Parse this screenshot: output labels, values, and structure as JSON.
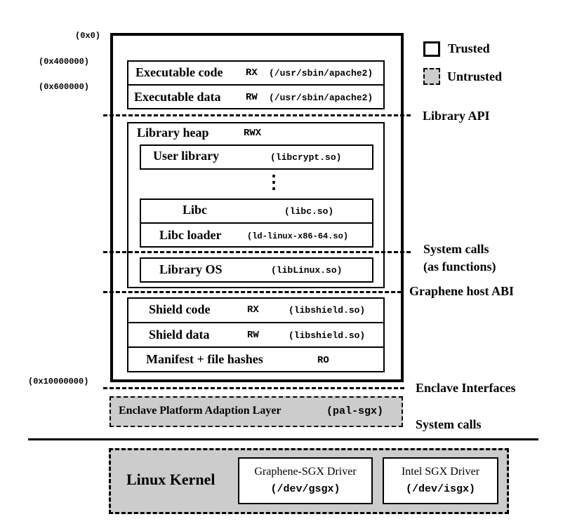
{
  "addresses": {
    "a0": "(0x0)",
    "a1": "(0x400000)",
    "a2": "(0x600000)",
    "a3": "(0x10000000)"
  },
  "legend": {
    "trusted": "Trusted",
    "untrusted": "Untrusted"
  },
  "executable": {
    "code": {
      "name": "Executable code",
      "perm": "RX",
      "path": "(/usr/sbin/apache2)"
    },
    "data": {
      "name": "Executable data",
      "perm": "RW",
      "path": "(/usr/sbin/apache2)"
    }
  },
  "library": {
    "heap": {
      "name": "Library heap",
      "perm": "RWX"
    },
    "user": {
      "name": "User library",
      "path": "(libcrypt.so)"
    },
    "ellipsis": "⋮",
    "libc": {
      "name": "Libc",
      "path": "(libc.so)"
    },
    "loader": {
      "name": "Libc loader",
      "path": "(ld-linux-x86-64.so)"
    },
    "os": {
      "name": "Library OS",
      "path": "(libLinux.so)"
    }
  },
  "shield": {
    "code": {
      "name": "Shield code",
      "perm": "RX",
      "path": "(libshield.so)"
    },
    "data": {
      "name": "Shield data",
      "perm": "RW",
      "path": "(libshield.so)"
    },
    "manifest": {
      "name": "Manifest + file hashes",
      "perm": "RO"
    }
  },
  "boundaries": {
    "library_api": "Library API",
    "syscalls_line1": "System calls",
    "syscalls_line2": "(as functions)",
    "host_abi": "Graphene host ABI",
    "enclave_interfaces": "Enclave Interfaces",
    "system_calls": "System calls"
  },
  "pal": {
    "label": "Enclave Platform Adaption Layer",
    "code": "(pal-sgx)"
  },
  "kernel": {
    "label": "Linux Kernel",
    "graphene_driver": {
      "name": "Graphene-SGX Driver",
      "path": "(/dev/gsgx)"
    },
    "intel_driver": {
      "name": "Intel SGX Driver",
      "path": "(/dev/isgx)"
    }
  }
}
